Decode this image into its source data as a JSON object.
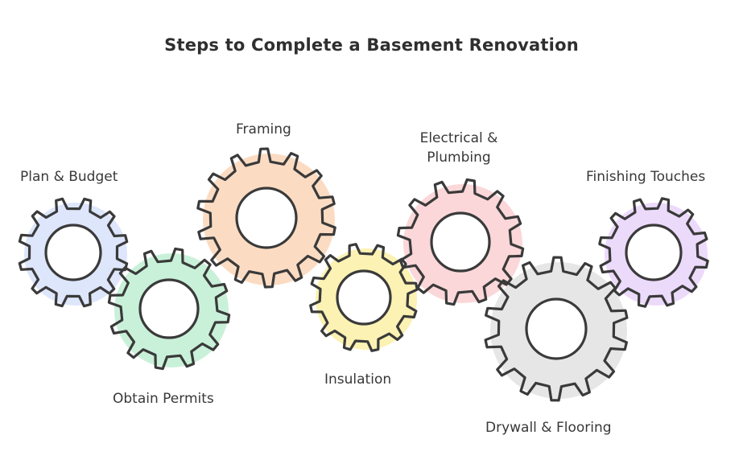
{
  "title": "Steps to Complete a Basement Renovation",
  "steps": [
    {
      "label": "Plan & Budget",
      "color": "#dde6fb"
    },
    {
      "label": "Obtain Permits",
      "color": "#c9f1d9"
    },
    {
      "label": "Framing",
      "color": "#fbdcc3"
    },
    {
      "label": "Insulation",
      "color": "#fbf2b3"
    },
    {
      "label": "Electrical &\nPlumbing",
      "color": "#fbd7d9"
    },
    {
      "label": "Drywall & Flooring",
      "color": "#e6e6e6"
    },
    {
      "label": "Finishing Touches",
      "color": "#ecdafb"
    }
  ],
  "outline_color": "#3a3a3a"
}
